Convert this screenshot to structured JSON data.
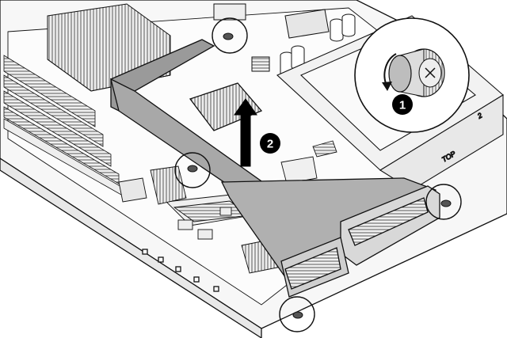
{
  "diagram": {
    "steps": [
      {
        "number": "1",
        "icon": "thumbscrew-counterclockwise-icon"
      },
      {
        "number": "2",
        "icon": "lift-up-arrow-icon"
      }
    ],
    "chassis_label": "TOP",
    "chassis_digit": "2",
    "colors": {
      "line": "#111111",
      "riser_cage": "#9a9a9a",
      "board": "#e6e6e6",
      "fill_light": "#f4f4f4",
      "marker": "#000000"
    }
  }
}
